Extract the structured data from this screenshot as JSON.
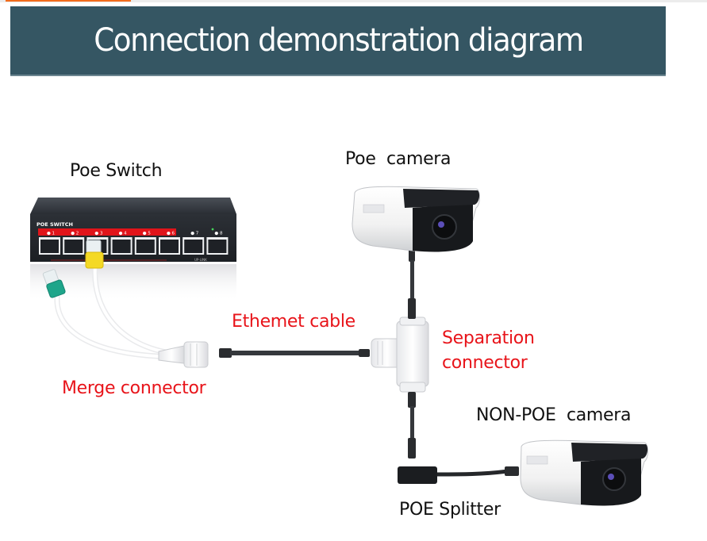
{
  "header": {
    "title": "Connection demonstration diagram",
    "colors": {
      "banner_bg": "#355663",
      "accent": "#f26c1c",
      "title_text": "#ffffff"
    }
  },
  "diagram": {
    "devices": {
      "poe_switch": {
        "label": "Poe Switch",
        "brand": "POE SWITCH",
        "ports": [
          "1",
          "2",
          "3",
          "4",
          "5",
          "6",
          "7",
          "8"
        ],
        "uplink_label": "UP-LINK"
      },
      "poe_camera": {
        "label": "Poe  camera"
      },
      "non_poe_camera": {
        "label": "NON-POE  camera"
      },
      "poe_splitter": {
        "label": "POE Splitter"
      }
    },
    "annotations": {
      "ethernet_cable": "Ethemet cable",
      "separation_connector_line1": "Separation",
      "separation_connector_line2": "connector",
      "merge_connector": "Merge connector"
    },
    "label_colors": {
      "device": "#111111",
      "component": "#e8141a"
    }
  }
}
